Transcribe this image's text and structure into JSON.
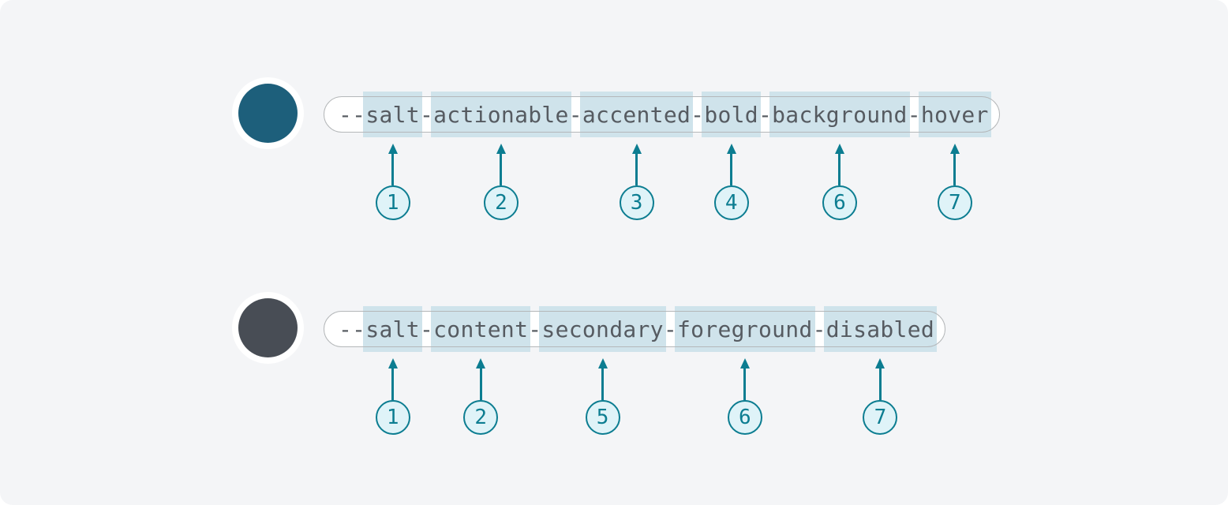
{
  "diagram": {
    "colors": {
      "page_background": "#ffffff",
      "panel_background": "#f4f5f7",
      "pill_background": "#ffffff",
      "pill_border": "#b4b7b9",
      "token_text": "#565b61",
      "highlight": "#cfe3eb",
      "accent_teal": "#0c7d91",
      "badge_fill": "#dff3f8",
      "swatch_ring": "#ffffff"
    },
    "rows": [
      {
        "token": "--salt-actionable-accented-bold-background-hover",
        "swatch_color": "#1d5f7b",
        "prefix": "--",
        "separator": "-",
        "segments": [
          {
            "text": "salt",
            "highlight": true,
            "label": "1"
          },
          {
            "text": "actionable",
            "highlight": true,
            "label": "2"
          },
          {
            "text": "accented",
            "highlight": true,
            "label": "3"
          },
          {
            "text": "bold",
            "highlight": true,
            "label": "4"
          },
          {
            "text": "background",
            "highlight": true,
            "label": "6"
          },
          {
            "text": "hover",
            "highlight": true,
            "label": "7"
          }
        ]
      },
      {
        "token": "--salt-content-secondary-foreground-disabled",
        "swatch_color": "#484d55",
        "prefix": "--",
        "separator": "-",
        "segments": [
          {
            "text": "salt",
            "highlight": true,
            "label": "1"
          },
          {
            "text": "content",
            "highlight": true,
            "label": "2"
          },
          {
            "text": "secondary",
            "highlight": true,
            "label": "5"
          },
          {
            "text": "foreground",
            "highlight": true,
            "label": "6"
          },
          {
            "text": "disabled",
            "highlight": true,
            "label": "7"
          }
        ]
      }
    ]
  }
}
